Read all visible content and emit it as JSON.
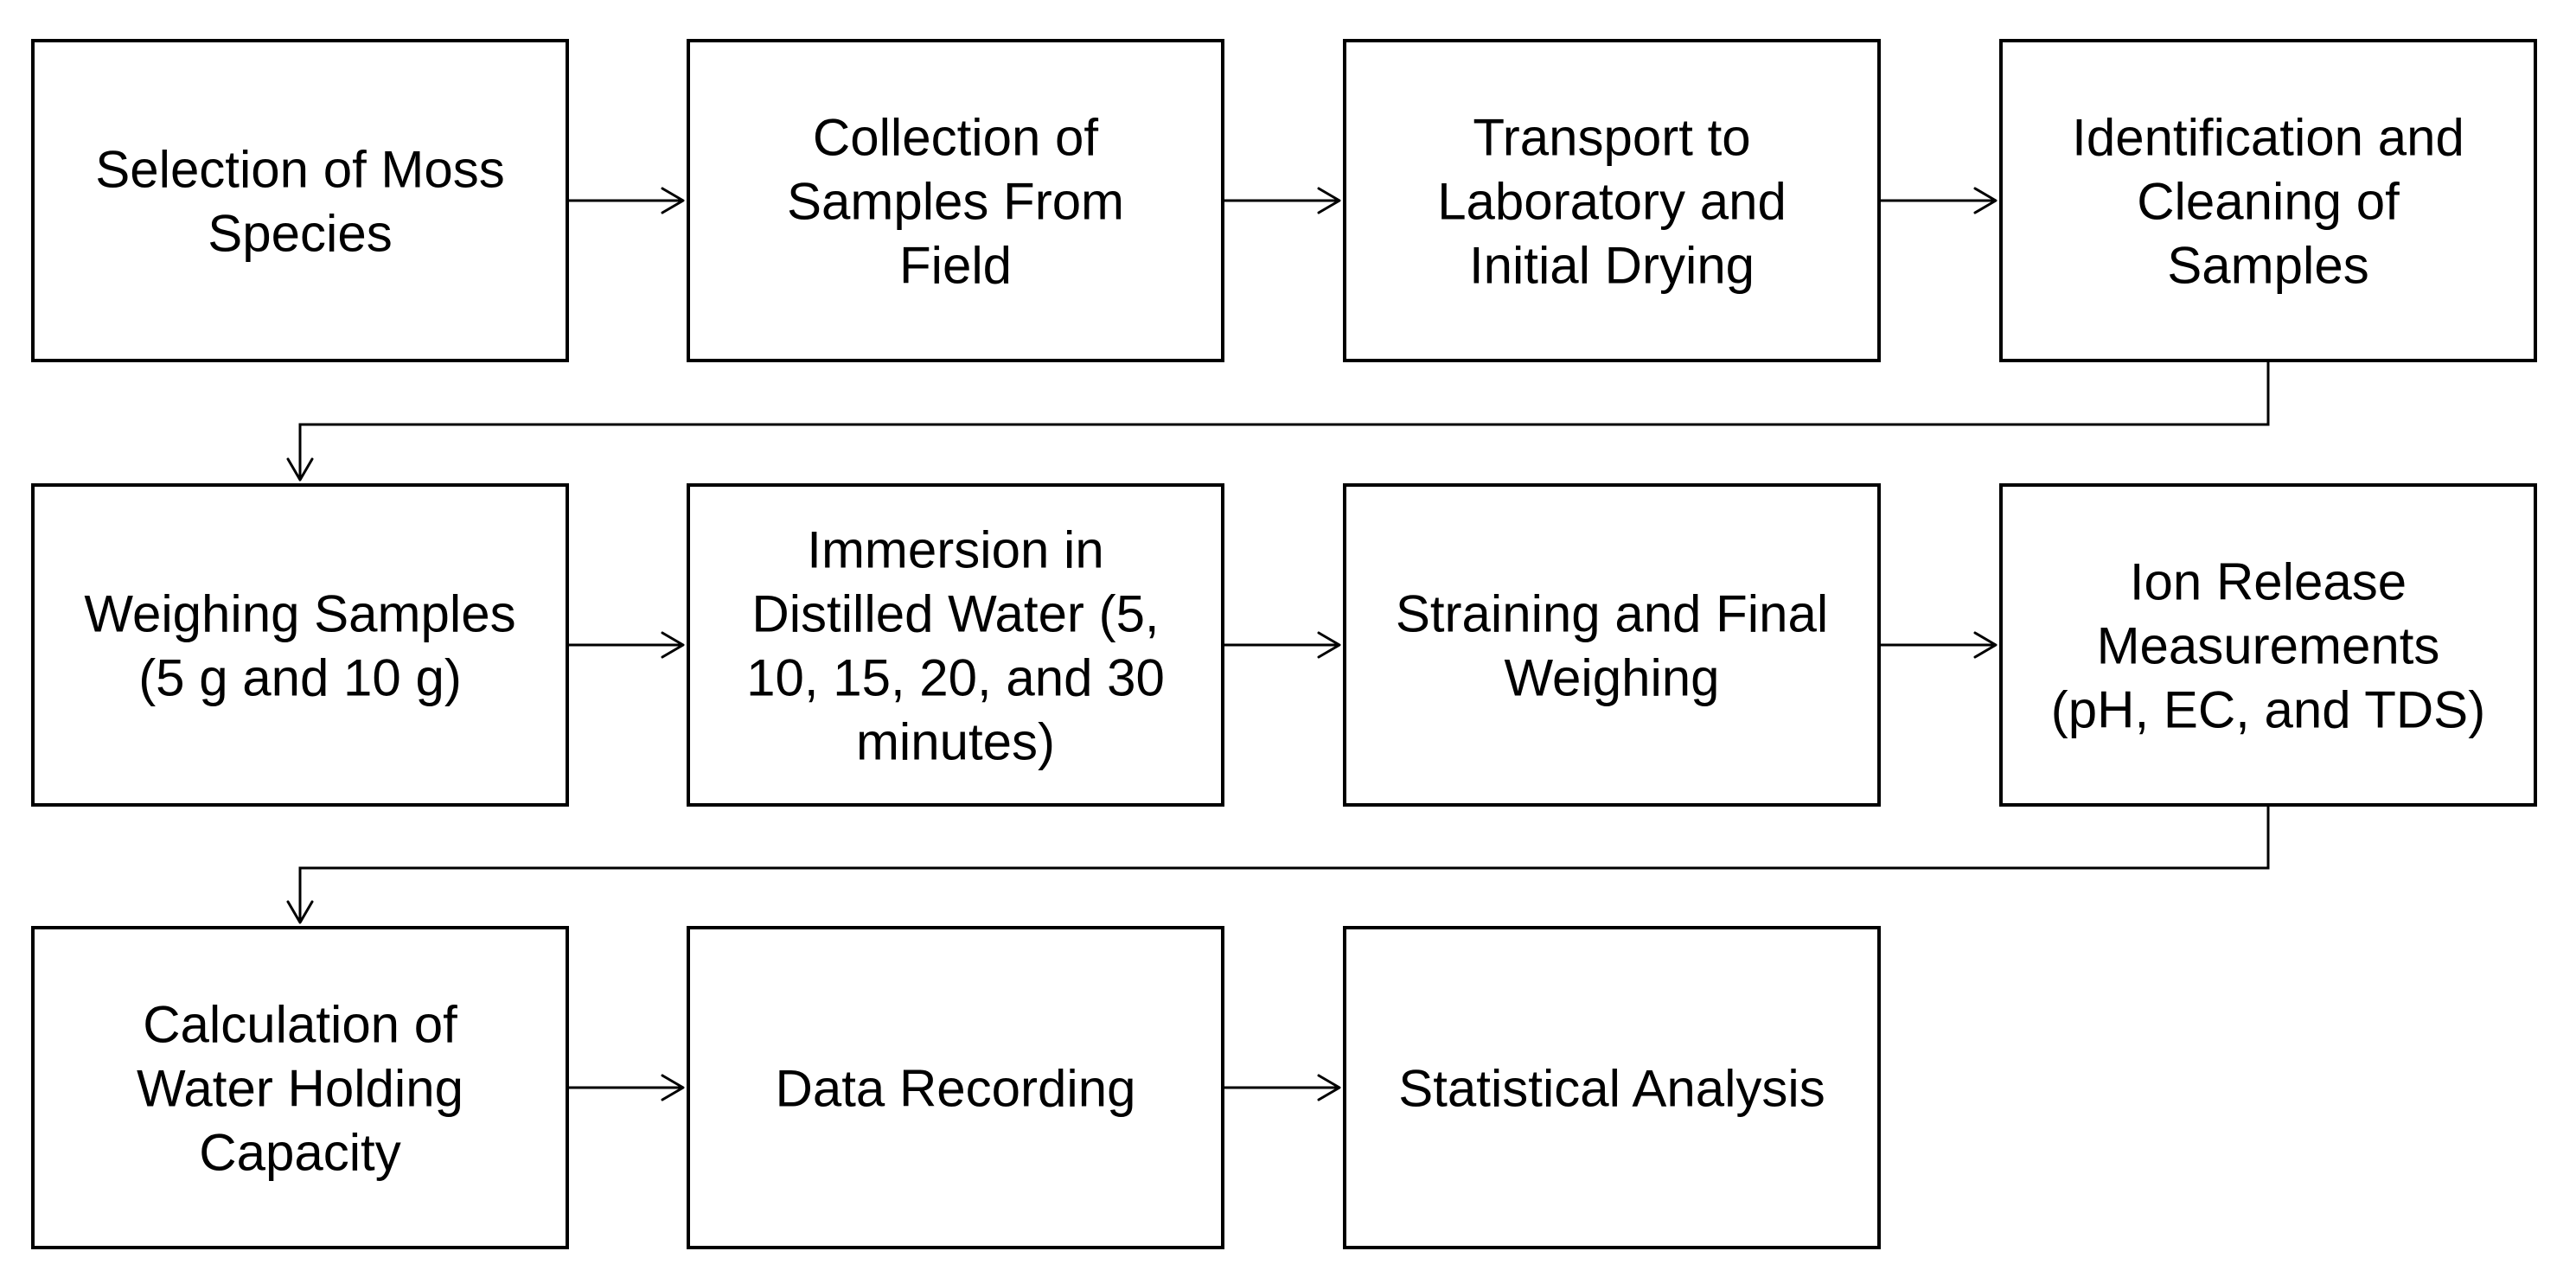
{
  "colors": {
    "background": "#ffffff",
    "box_border": "#000000",
    "text": "#000000",
    "arrow": "#000000"
  },
  "steps": [
    {
      "id": "s1",
      "label": "Selection of Moss Species",
      "lines": [
        "Selection of Moss",
        "Species"
      ]
    },
    {
      "id": "s2",
      "label": "Collection of Samples From Field",
      "lines": [
        "Collection of",
        "Samples From",
        "Field"
      ]
    },
    {
      "id": "s3",
      "label": "Transport to Laboratory and Initial Drying",
      "lines": [
        "Transport to",
        "Laboratory and",
        "Initial Drying"
      ]
    },
    {
      "id": "s4",
      "label": "Identification and Cleaning of Samples",
      "lines": [
        "Identification and",
        "Cleaning of",
        "Samples"
      ]
    },
    {
      "id": "s5",
      "label": "Weighing Samples (5 g and 10 g)",
      "lines": [
        "Weighing Samples",
        "(5 g and 10 g)"
      ]
    },
    {
      "id": "s6",
      "label": "Immersion in Distilled Water (5, 10, 15, 20, and 30 minutes)",
      "lines": [
        "Immersion in",
        "Distilled Water (5,",
        "10, 15, 20, and 30",
        "minutes)"
      ]
    },
    {
      "id": "s7",
      "label": "Straining and Final Weighing",
      "lines": [
        "Straining and Final",
        "Weighing"
      ]
    },
    {
      "id": "s8",
      "label": "Ion Release Measurements (pH, EC, and TDS)",
      "lines": [
        "Ion Release",
        "Measurements",
        "(pH, EC, and TDS)"
      ]
    },
    {
      "id": "s9",
      "label": "Calculation of Water Holding Capacity",
      "lines": [
        "Calculation of",
        "Water Holding",
        "Capacity"
      ]
    },
    {
      "id": "s10",
      "label": "Data Recording",
      "lines": [
        "Data Recording"
      ]
    },
    {
      "id": "s11",
      "label": "Statistical Analysis",
      "lines": [
        "Statistical Analysis"
      ]
    }
  ],
  "flow": [
    {
      "from": "s1",
      "to": "s2",
      "kind": "horizontal"
    },
    {
      "from": "s2",
      "to": "s3",
      "kind": "horizontal"
    },
    {
      "from": "s3",
      "to": "s4",
      "kind": "horizontal"
    },
    {
      "from": "s4",
      "to": "s5",
      "kind": "row-wrap"
    },
    {
      "from": "s5",
      "to": "s6",
      "kind": "horizontal"
    },
    {
      "from": "s6",
      "to": "s7",
      "kind": "horizontal"
    },
    {
      "from": "s7",
      "to": "s8",
      "kind": "horizontal"
    },
    {
      "from": "s8",
      "to": "s9",
      "kind": "row-wrap"
    },
    {
      "from": "s9",
      "to": "s10",
      "kind": "horizontal"
    },
    {
      "from": "s10",
      "to": "s11",
      "kind": "horizontal"
    }
  ]
}
